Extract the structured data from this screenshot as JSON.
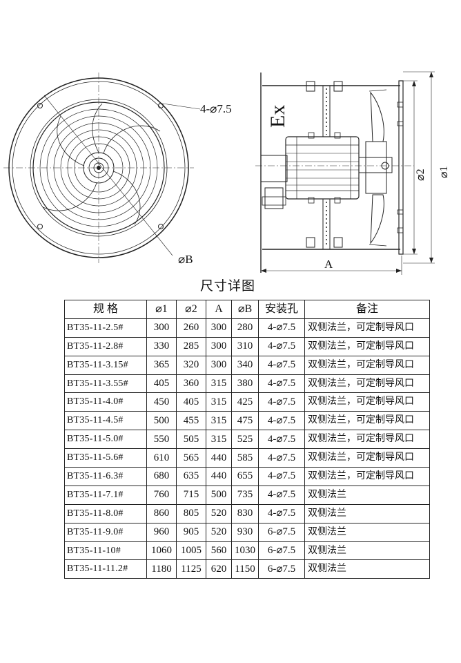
{
  "drawing_labels": {
    "hole_label": "4-⌀7.5",
    "diam_b": "⌀B",
    "ex_mark": "Ex",
    "dim_a": "A",
    "diam_2": "⌀2",
    "diam_1": "⌀1"
  },
  "title": "尺寸详图",
  "table": {
    "headers": [
      "规  格",
      "⌀1",
      "⌀2",
      "A",
      "⌀B",
      "安装孔",
      "备注"
    ],
    "rows": [
      [
        "BT35-11-2.5#",
        "300",
        "260",
        "300",
        "280",
        "4-⌀7.5",
        "双侧法兰，可定制导风口"
      ],
      [
        "BT35-11-2.8#",
        "330",
        "285",
        "300",
        "310",
        "4-⌀7.5",
        "双侧法兰，可定制导风口"
      ],
      [
        "BT35-11-3.15#",
        "365",
        "320",
        "300",
        "340",
        "4-⌀7.5",
        "双侧法兰，可定制导风口"
      ],
      [
        "BT35-11-3.55#",
        "405",
        "360",
        "315",
        "380",
        "4-⌀7.5",
        "双侧法兰，可定制导风口"
      ],
      [
        "BT35-11-4.0#",
        "450",
        "405",
        "315",
        "425",
        "4-⌀7.5",
        "双侧法兰，可定制导风口"
      ],
      [
        "BT35-11-4.5#",
        "500",
        "455",
        "315",
        "475",
        "4-⌀7.5",
        "双侧法兰，可定制导风口"
      ],
      [
        "BT35-11-5.0#",
        "550",
        "505",
        "315",
        "525",
        "4-⌀7.5",
        "双侧法兰，可定制导风口"
      ],
      [
        "BT35-11-5.6#",
        "610",
        "565",
        "440",
        "585",
        "4-⌀7.5",
        "双侧法兰，可定制导风口"
      ],
      [
        "BT35-11-6.3#",
        "680",
        "635",
        "440",
        "655",
        "4-⌀7.5",
        "双侧法兰，可定制导风口"
      ],
      [
        "BT35-11-7.1#",
        "760",
        "715",
        "500",
        "735",
        "4-⌀7.5",
        "双侧法兰"
      ],
      [
        "BT35-11-8.0#",
        "860",
        "805",
        "520",
        "830",
        "4-⌀7.5",
        "双侧法兰"
      ],
      [
        "BT35-11-9.0#",
        "960",
        "905",
        "520",
        "930",
        "6-⌀7.5",
        "双侧法兰"
      ],
      [
        "BT35-11-10#",
        "1060",
        "1005",
        "560",
        "1030",
        "6-⌀7.5",
        "双侧法兰"
      ],
      [
        "BT35-11-11.2#",
        "1180",
        "1125",
        "620",
        "1150",
        "6-⌀7.5",
        "双侧法兰"
      ]
    ]
  }
}
